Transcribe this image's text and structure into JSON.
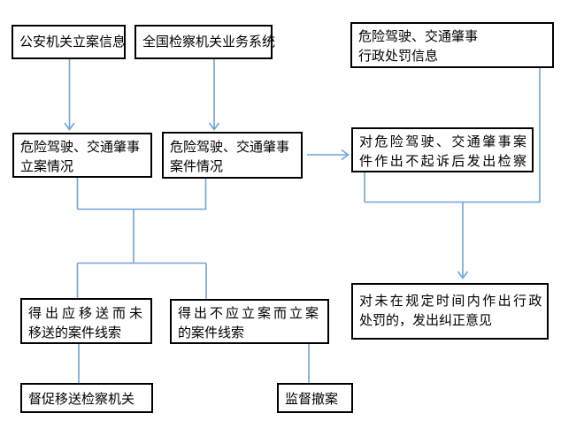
{
  "colors": {
    "connector": "#6fa3d8",
    "box_border": "#000000",
    "text": "#000000",
    "background": "#ffffff"
  },
  "flowchart": {
    "nodes": {
      "police_case_info": {
        "lines": [
          "公安机关立案信息"
        ]
      },
      "procuratorate_system": {
        "lines": [
          "全国检察机关业务系统"
        ]
      },
      "admin_penalty_info": {
        "lines": [
          "危险驾驶、交通肇事",
          "行政处罚信息"
        ]
      },
      "case_filing_status": {
        "lines": [
          "危险驾驶、交通肇事",
          "立案情况"
        ]
      },
      "case_status": {
        "lines": [
          "危险驾驶、交通肇事",
          "案件情况"
        ]
      },
      "non_prosecution_notice": {
        "lines": [
          "对危险驾驶、交通肇事案",
          "件作出不起诉后发出检察"
        ]
      },
      "clues_not_transferred": {
        "lines": [
          "得出应移送而未",
          "移送的案件线索"
        ]
      },
      "clues_wrongly_filed": {
        "lines": [
          "得出不应立案而立案",
          "的案件线索"
        ]
      },
      "correction_opinion": {
        "lines": [
          "对未在规定时间内作出行政",
          "处罚的，发出纠正意见"
        ]
      },
      "urge_transfer": {
        "lines": [
          "督促移送检察机关"
        ]
      },
      "supervise_withdrawal": {
        "lines": [
          "监督撤案"
        ]
      }
    }
  }
}
